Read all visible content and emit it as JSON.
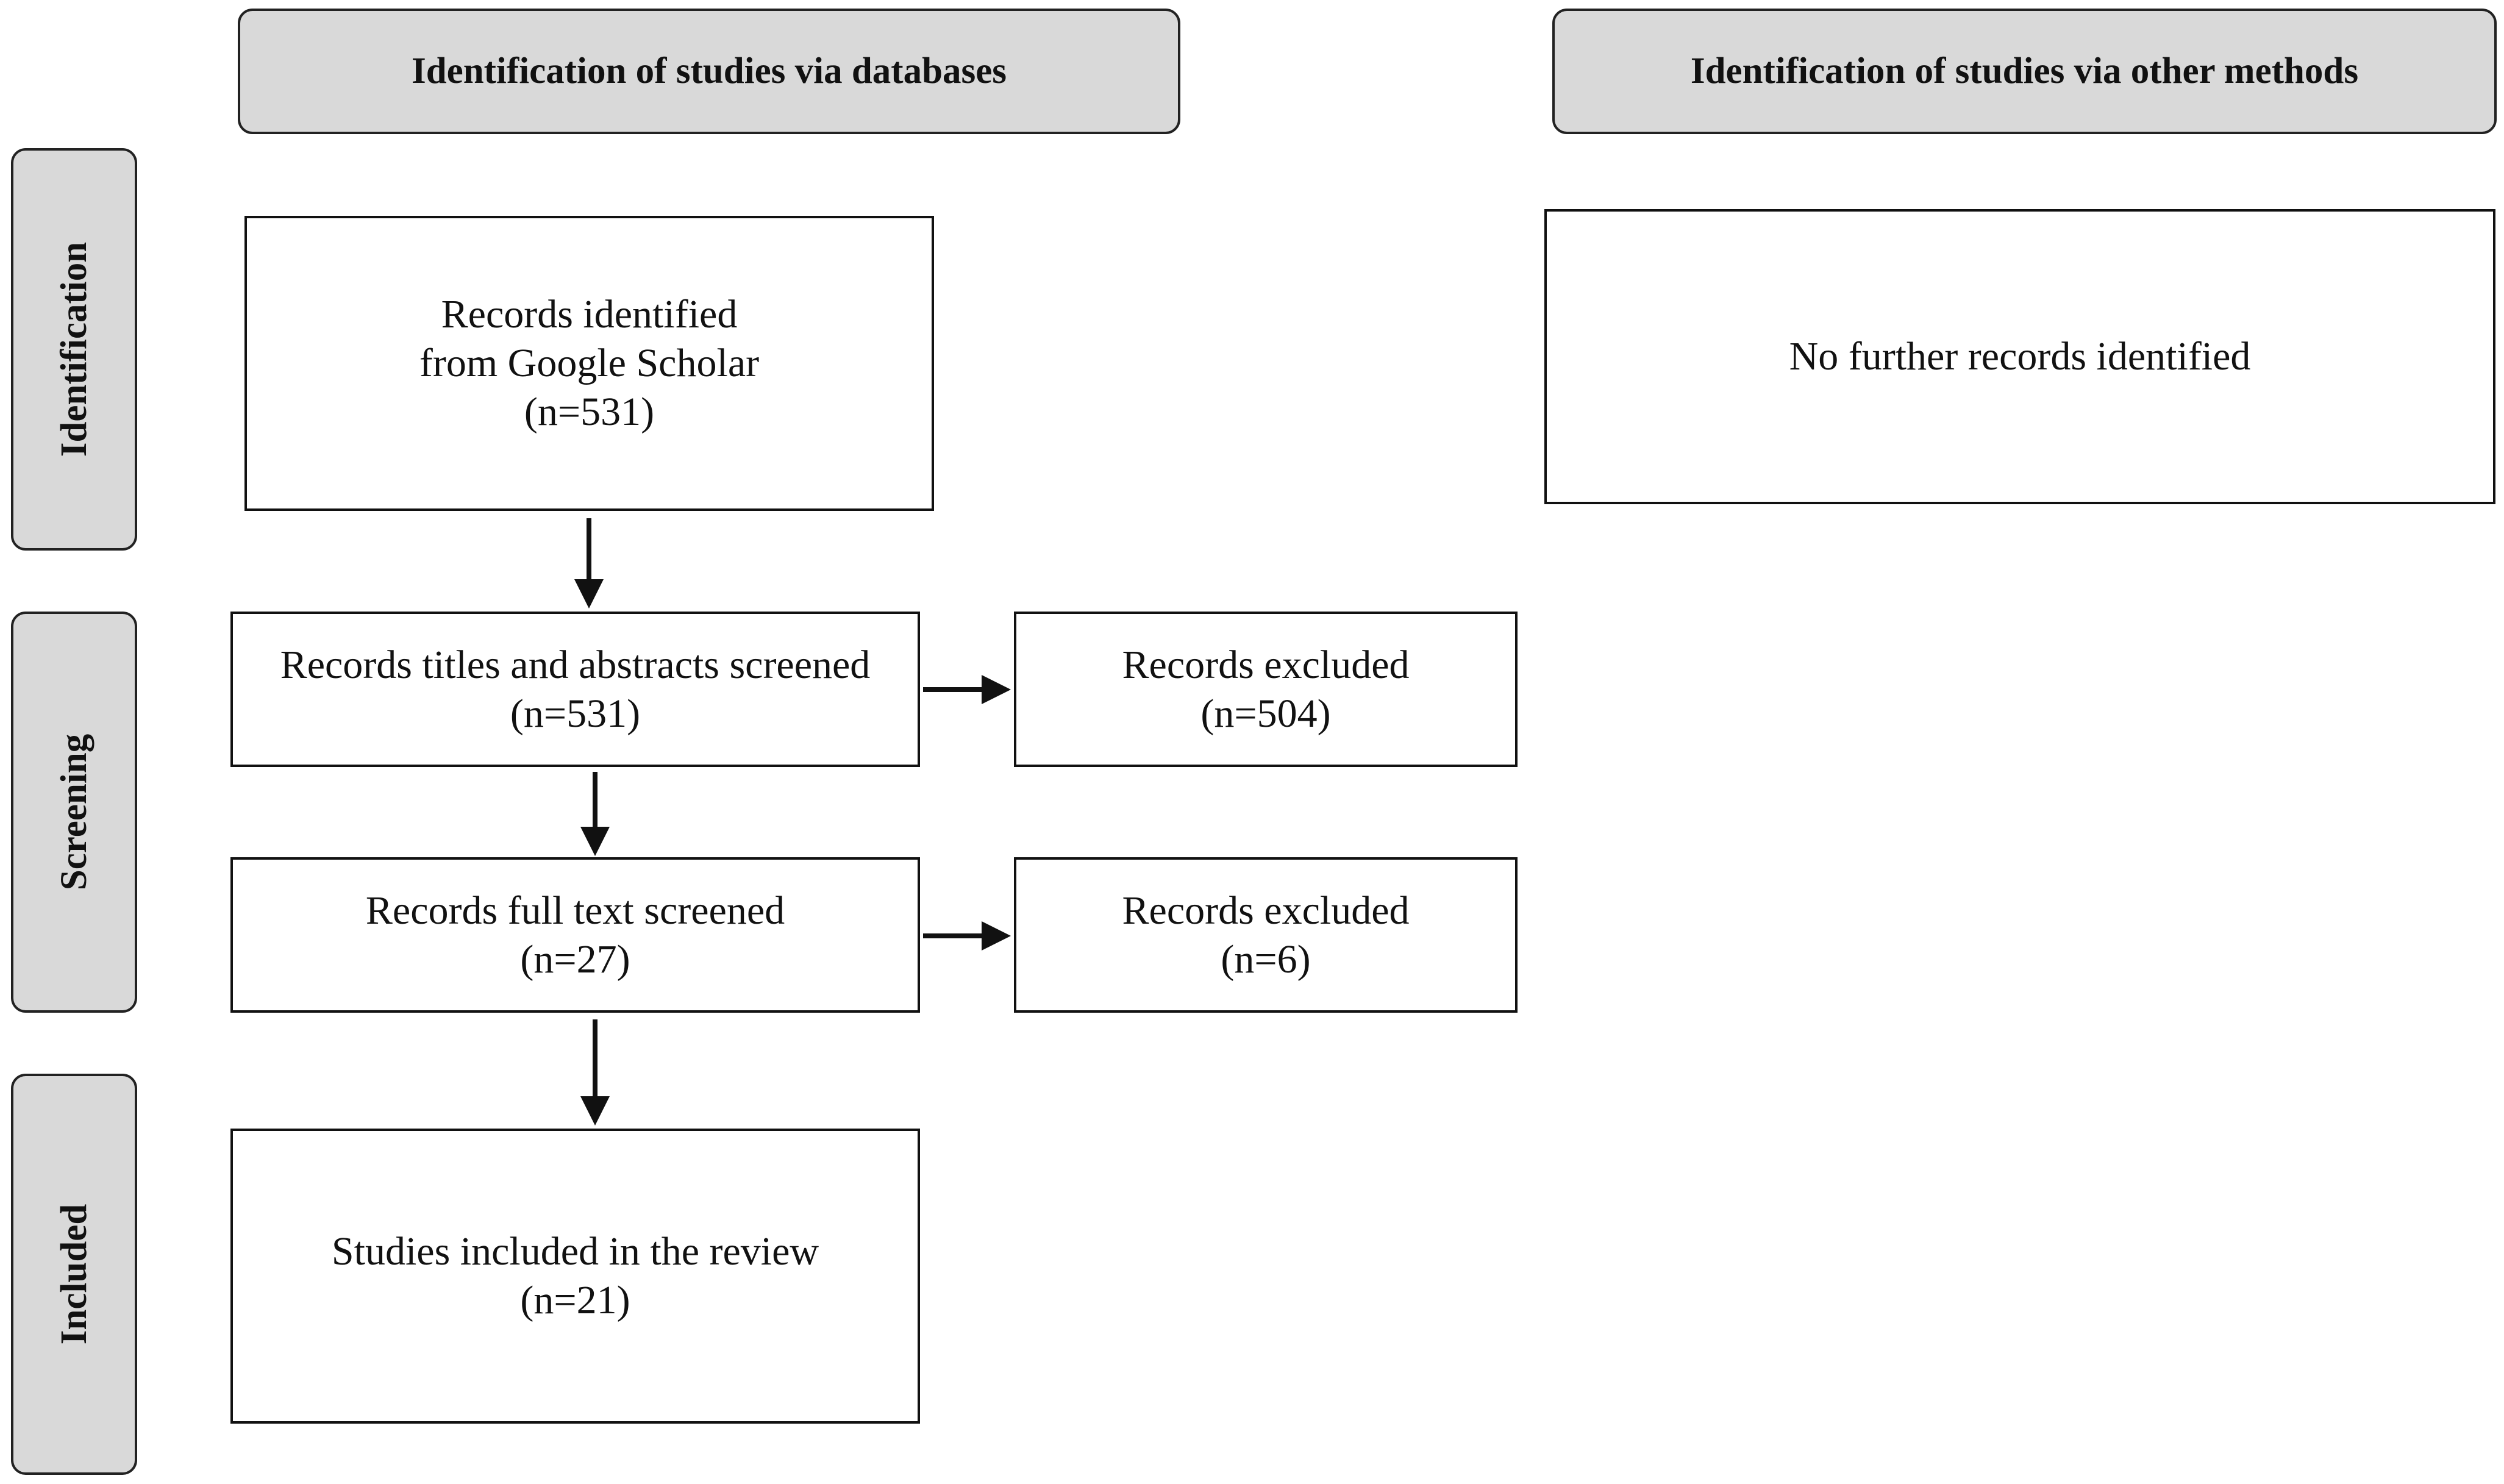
{
  "headers": {
    "databases": "Identification of studies via databases",
    "other_methods": "Identification of studies via other methods"
  },
  "phases": {
    "identification": "Identification",
    "screening": "Screening",
    "included": "Included"
  },
  "boxes": {
    "identified": {
      "line1": "Records identified",
      "line2": "from Google Scholar",
      "count": "(n=531)"
    },
    "other": {
      "text": "No further records identified"
    },
    "title_abstract": {
      "line1": "Records titles and abstracts screened",
      "count": "(n=531)"
    },
    "excluded_1": {
      "line1": "Records excluded",
      "count": "(n=504)"
    },
    "full_text": {
      "line1": "Records full text screened",
      "count": "(n=27)"
    },
    "excluded_2": {
      "line1": "Records excluded",
      "count": "(n=6)"
    },
    "included": {
      "line1": "Studies included in the review",
      "count": "(n=21)"
    }
  }
}
